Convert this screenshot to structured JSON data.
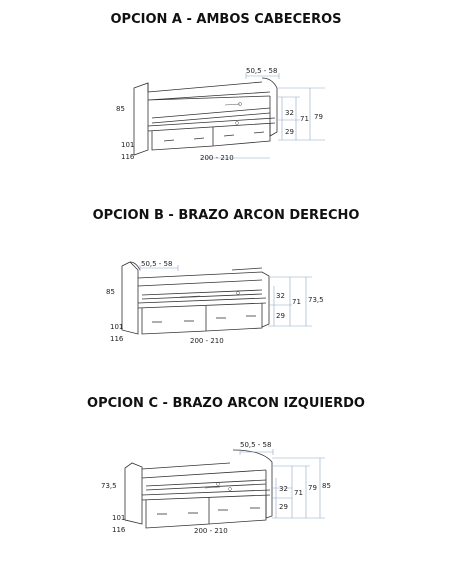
{
  "options": [
    {
      "title": "OPCION A - AMBOS CABECEROS",
      "dims": {
        "width": "50,5 - 58",
        "h_headboard": "85",
        "h1": "32",
        "h2": "29",
        "h3": "71",
        "h4": "79",
        "d1": "101",
        "d2": "116",
        "length": "200 - 210"
      }
    },
    {
      "title": "OPCION B - BRAZO ARCON DERECHO",
      "dims": {
        "width": "50,5 - 58",
        "h_headboard": "85",
        "h1": "32",
        "h2": "29",
        "h3": "71",
        "h4": "73,5",
        "d1": "101",
        "d2": "116",
        "length": "200 - 210"
      }
    },
    {
      "title": "OPCION C - BRAZO ARCON IZQUIERDO",
      "dims": {
        "width": "50,5 - 58",
        "h_headboard": "73,5",
        "h1": "32",
        "h2": "29",
        "h3": "71",
        "h4": "79",
        "h5": "85",
        "d1": "101",
        "d2": "116",
        "length": "200 - 210"
      }
    }
  ]
}
